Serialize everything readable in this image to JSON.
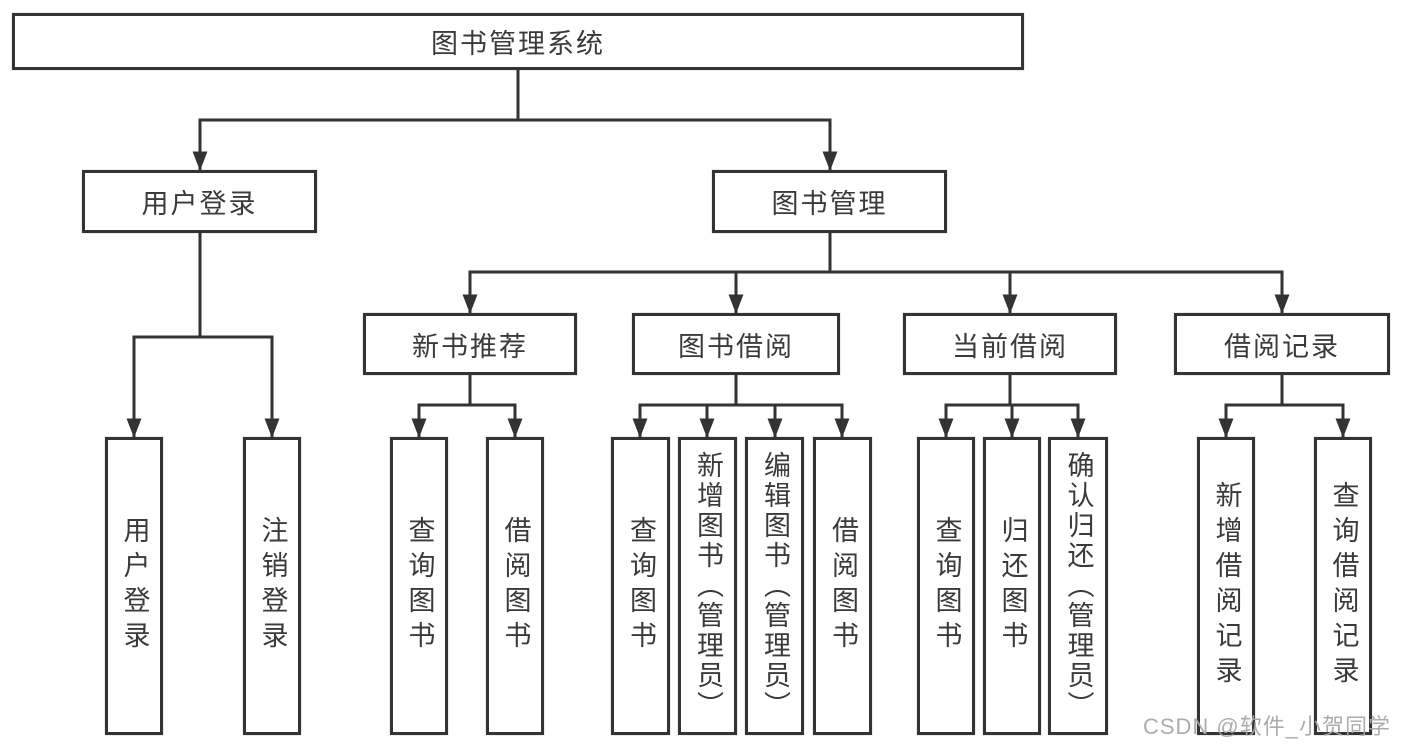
{
  "watermark": "CSDN @软件_小贺同学",
  "colors": {
    "line": "#333333",
    "box_border": "#333333",
    "text": "#3a3a3a",
    "background": "#ffffff",
    "watermark": "#a8a8a8"
  },
  "tree": {
    "root": {
      "label": "图书管理系统",
      "children": [
        {
          "label": "用户登录",
          "children": [
            {
              "label": "用户登录"
            },
            {
              "label": "注销登录"
            }
          ]
        },
        {
          "label": "图书管理",
          "children": [
            {
              "label": "新书推荐",
              "children": [
                {
                  "label": "查询图书"
                },
                {
                  "label": "借阅图书"
                }
              ]
            },
            {
              "label": "图书借阅",
              "children": [
                {
                  "label": "查询图书"
                },
                {
                  "label": "新增图书（管理员）"
                },
                {
                  "label": "编辑图书（管理员）"
                },
                {
                  "label": "借阅图书"
                }
              ]
            },
            {
              "label": "当前借阅",
              "children": [
                {
                  "label": "查询图书"
                },
                {
                  "label": "归还图书"
                },
                {
                  "label": "确认归还（管理员）"
                }
              ]
            },
            {
              "label": "借阅记录",
              "children": [
                {
                  "label": "新增借阅记录"
                },
                {
                  "label": "查询借阅记录"
                }
              ]
            }
          ]
        }
      ]
    }
  }
}
